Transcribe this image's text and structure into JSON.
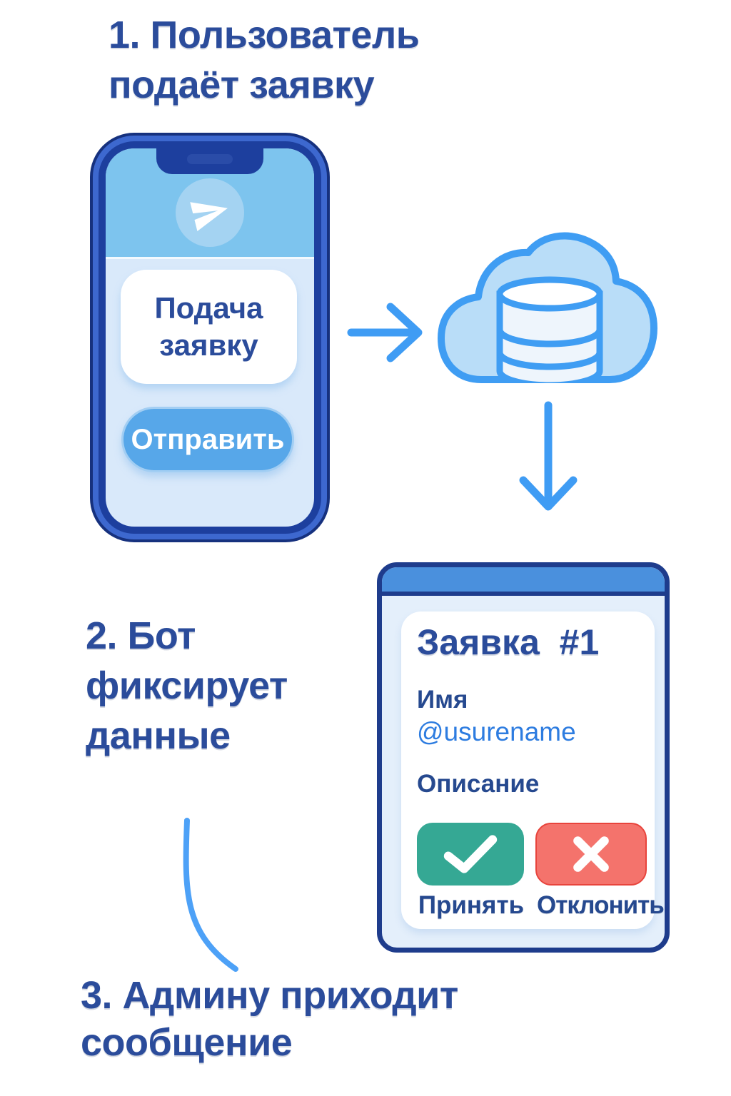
{
  "steps": {
    "step1": "1. Пользователь\nподаёт заявку",
    "step2": "2. Бот\nфиксирует\nданные",
    "step3": "3. Админу приходит\nсообщение"
  },
  "phone": {
    "screen_card_text": "Подача\nзаявку",
    "send_button_label": "Отправить"
  },
  "request_card": {
    "title": "Заявка  #1",
    "name_label": "Имя",
    "username": "@usurename",
    "description_label": "Описание",
    "accept_label": "Принять",
    "reject_label": "Отклонить"
  },
  "icons": {
    "telegram_plane": "paper-plane-icon",
    "cloud_database": "cloud-database-icon",
    "arrow_right": "arrow-right-icon",
    "arrow_down": "arrow-down-icon",
    "accept": "check-icon",
    "reject": "x-icon",
    "connector": "curve-connector"
  },
  "colors": {
    "title_text": "#2b4c9b",
    "phone_frame": "#1d3f9e",
    "phone_bevel": "#3d68cf",
    "screen_header": "#7dc4ee",
    "screen_body": "#d9e9fa",
    "send_button": "#57a7e9",
    "arrow": "#3f9cf4",
    "cloud_fill": "#b9ddf8",
    "cloud_stroke": "#3f9df3",
    "card_border": "#1e3c8c",
    "card_header": "#4a90dd",
    "card_body": "#e4effb",
    "username_link": "#2d7ce0",
    "accept_button": "#35a894",
    "reject_button": "#f4736c",
    "reject_border": "#e8443c"
  }
}
